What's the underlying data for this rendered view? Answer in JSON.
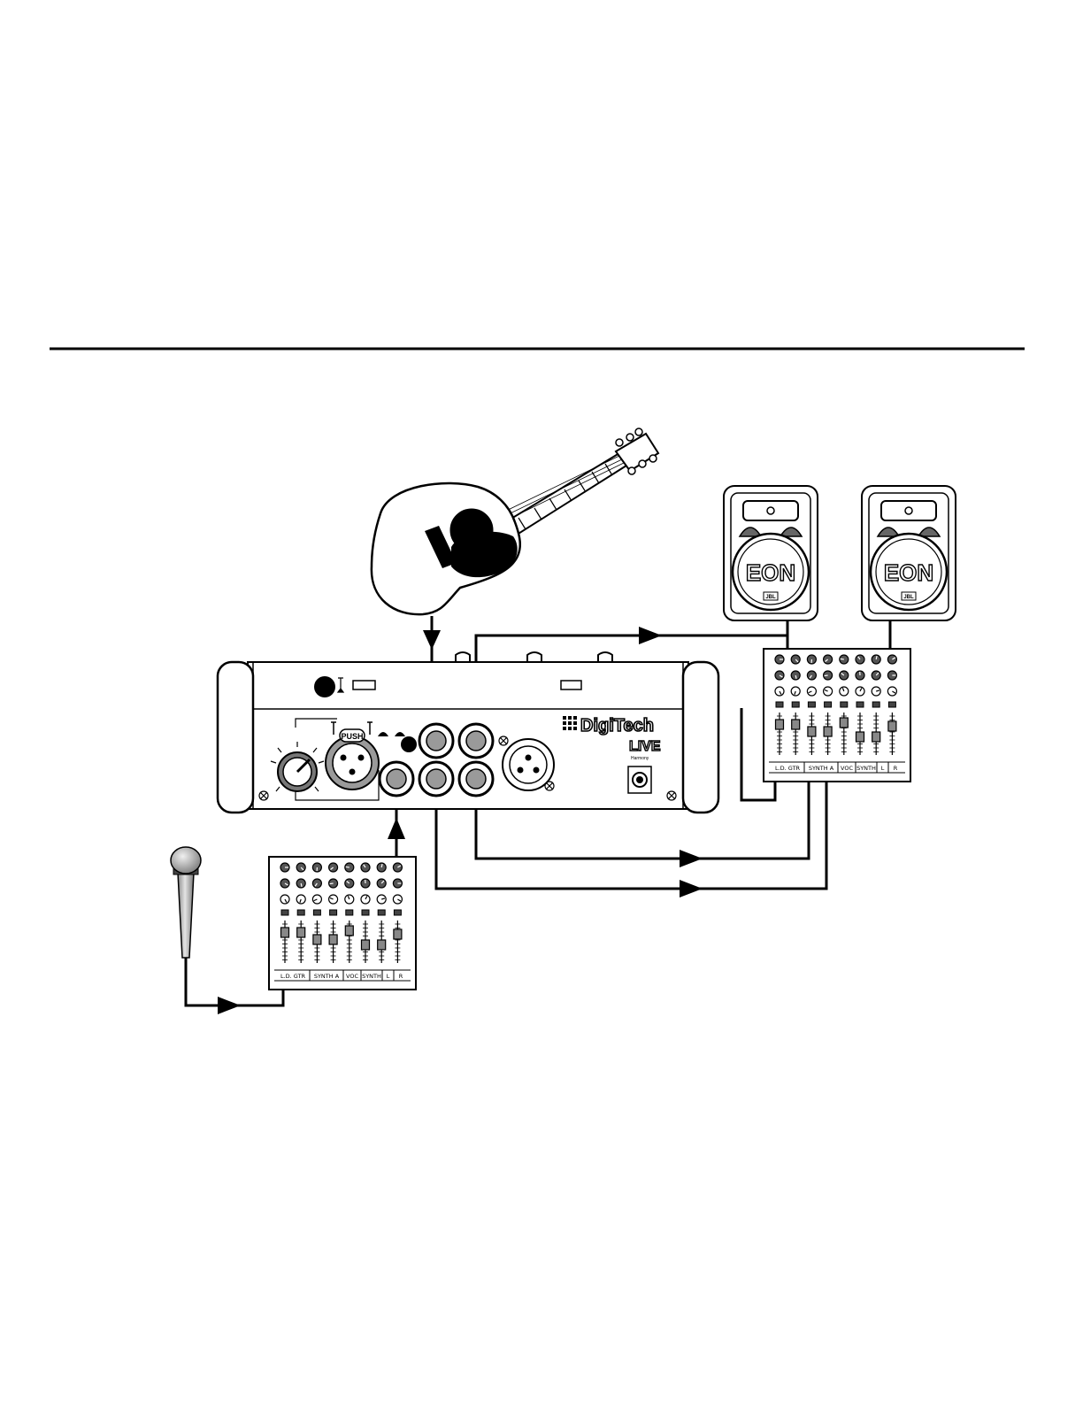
{
  "processor": {
    "brand": "DigiTech",
    "model": "LIVE",
    "model_sub": "Harmony",
    "push_label": "PUSH"
  },
  "speakers": [
    {
      "logo": "EON",
      "badge": "JBL"
    },
    {
      "logo": "EON",
      "badge": "JBL"
    }
  ],
  "mixer_channel_labels": [
    "L.D. GTR",
    "SYNTH A",
    "VOC",
    "SYNTH",
    "L",
    "R"
  ],
  "colors": {
    "ink": "#000000",
    "paper": "#ffffff",
    "jack_grey": "#9a9a9a",
    "mic_silver": "#b8b8b8"
  }
}
